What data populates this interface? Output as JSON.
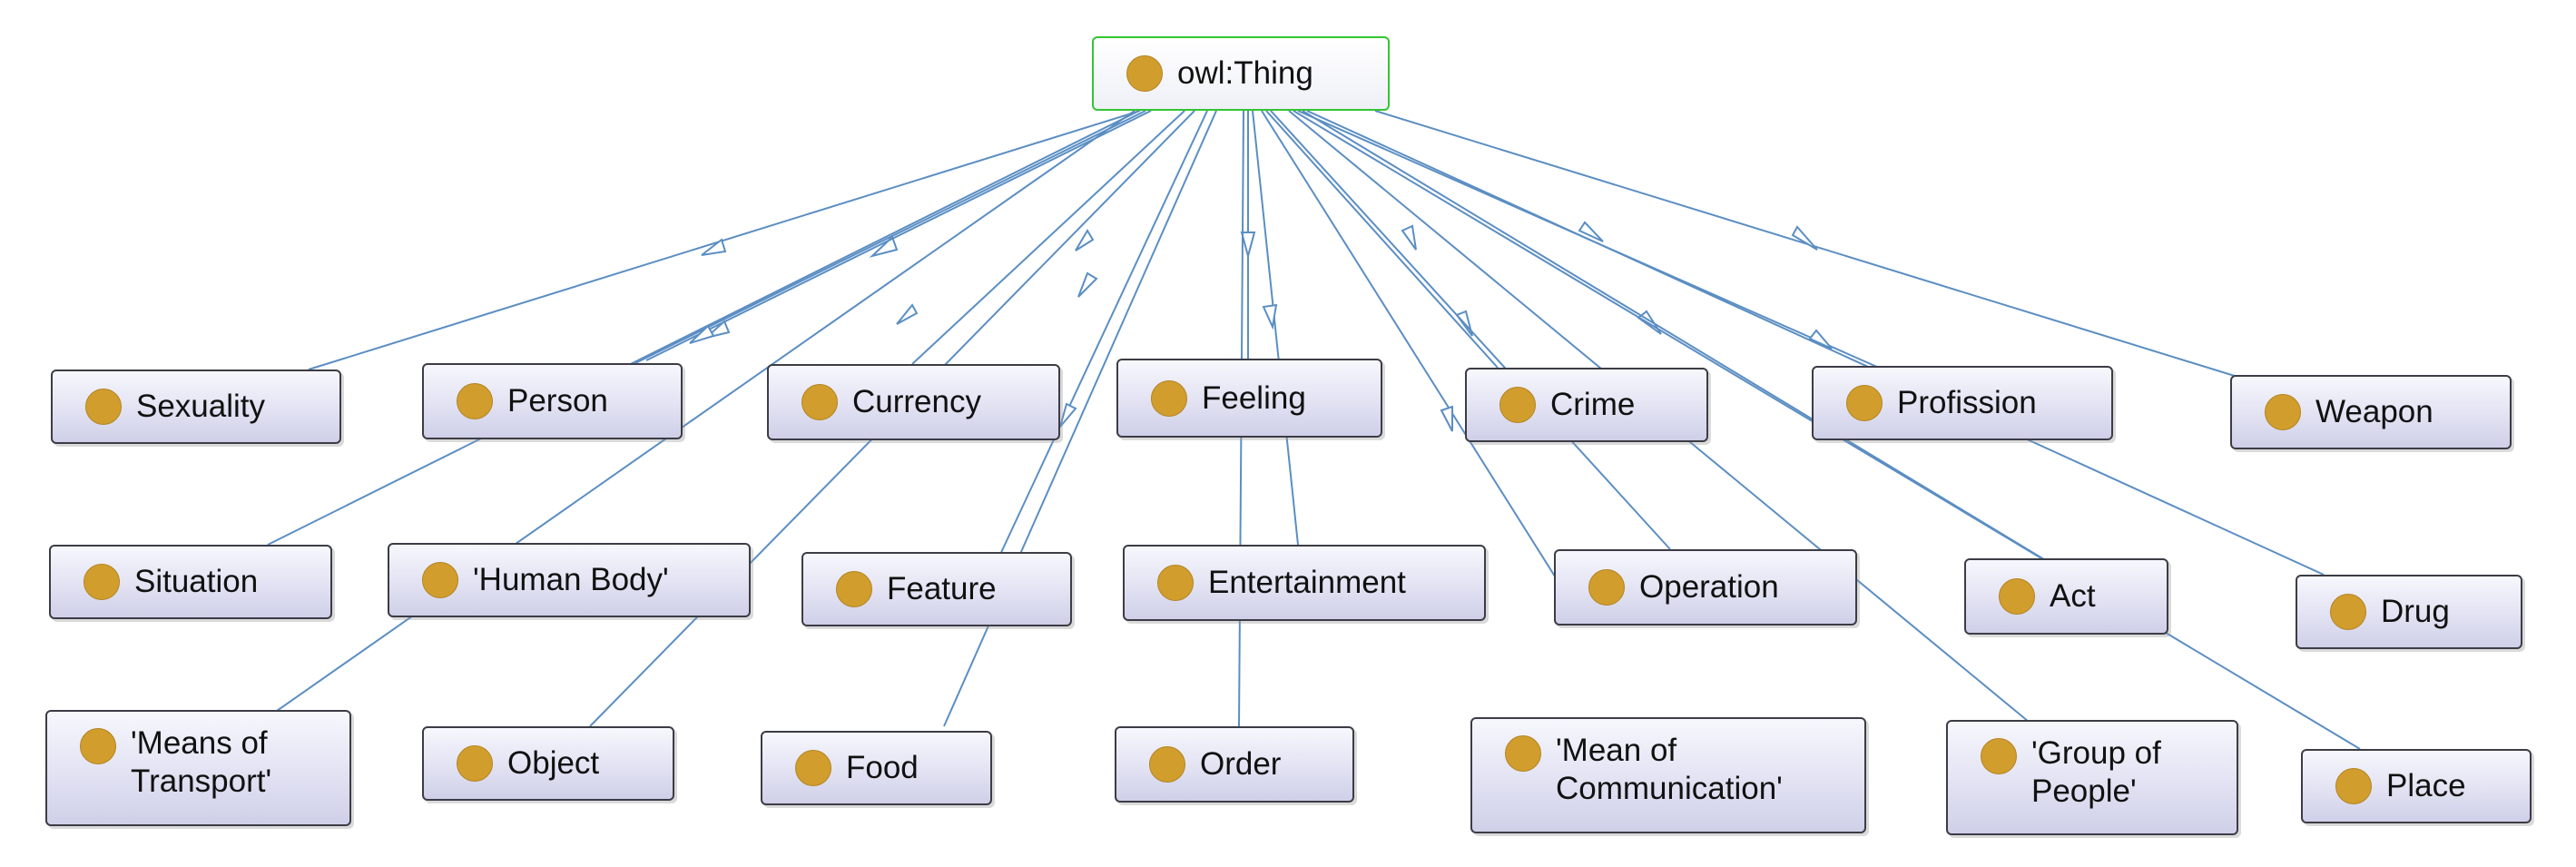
{
  "diagram": {
    "root": {
      "label": "owl:Thing"
    },
    "nodes": [
      {
        "id": "sexuality",
        "label": "Sexuality"
      },
      {
        "id": "person",
        "label": "Person"
      },
      {
        "id": "currency",
        "label": "Currency"
      },
      {
        "id": "feeling",
        "label": "Feeling"
      },
      {
        "id": "crime",
        "label": "Crime"
      },
      {
        "id": "profission",
        "label": "Profission"
      },
      {
        "id": "weapon",
        "label": "Weapon"
      },
      {
        "id": "situation",
        "label": "Situation"
      },
      {
        "id": "human_body",
        "label": "'Human Body'"
      },
      {
        "id": "feature",
        "label": "Feature"
      },
      {
        "id": "entertainment",
        "label": "Entertainment"
      },
      {
        "id": "operation",
        "label": "Operation"
      },
      {
        "id": "act",
        "label": "Act"
      },
      {
        "id": "drug",
        "label": "Drug"
      },
      {
        "id": "means_of_transport",
        "label": "'Means of\nTransport'"
      },
      {
        "id": "object",
        "label": "Object"
      },
      {
        "id": "food",
        "label": "Food"
      },
      {
        "id": "order",
        "label": "Order"
      },
      {
        "id": "mean_of_communication",
        "label": "'Mean of\nCommunication'"
      },
      {
        "id": "group_of_people",
        "label": "'Group of\nPeople'"
      },
      {
        "id": "place",
        "label": "Place"
      }
    ]
  }
}
